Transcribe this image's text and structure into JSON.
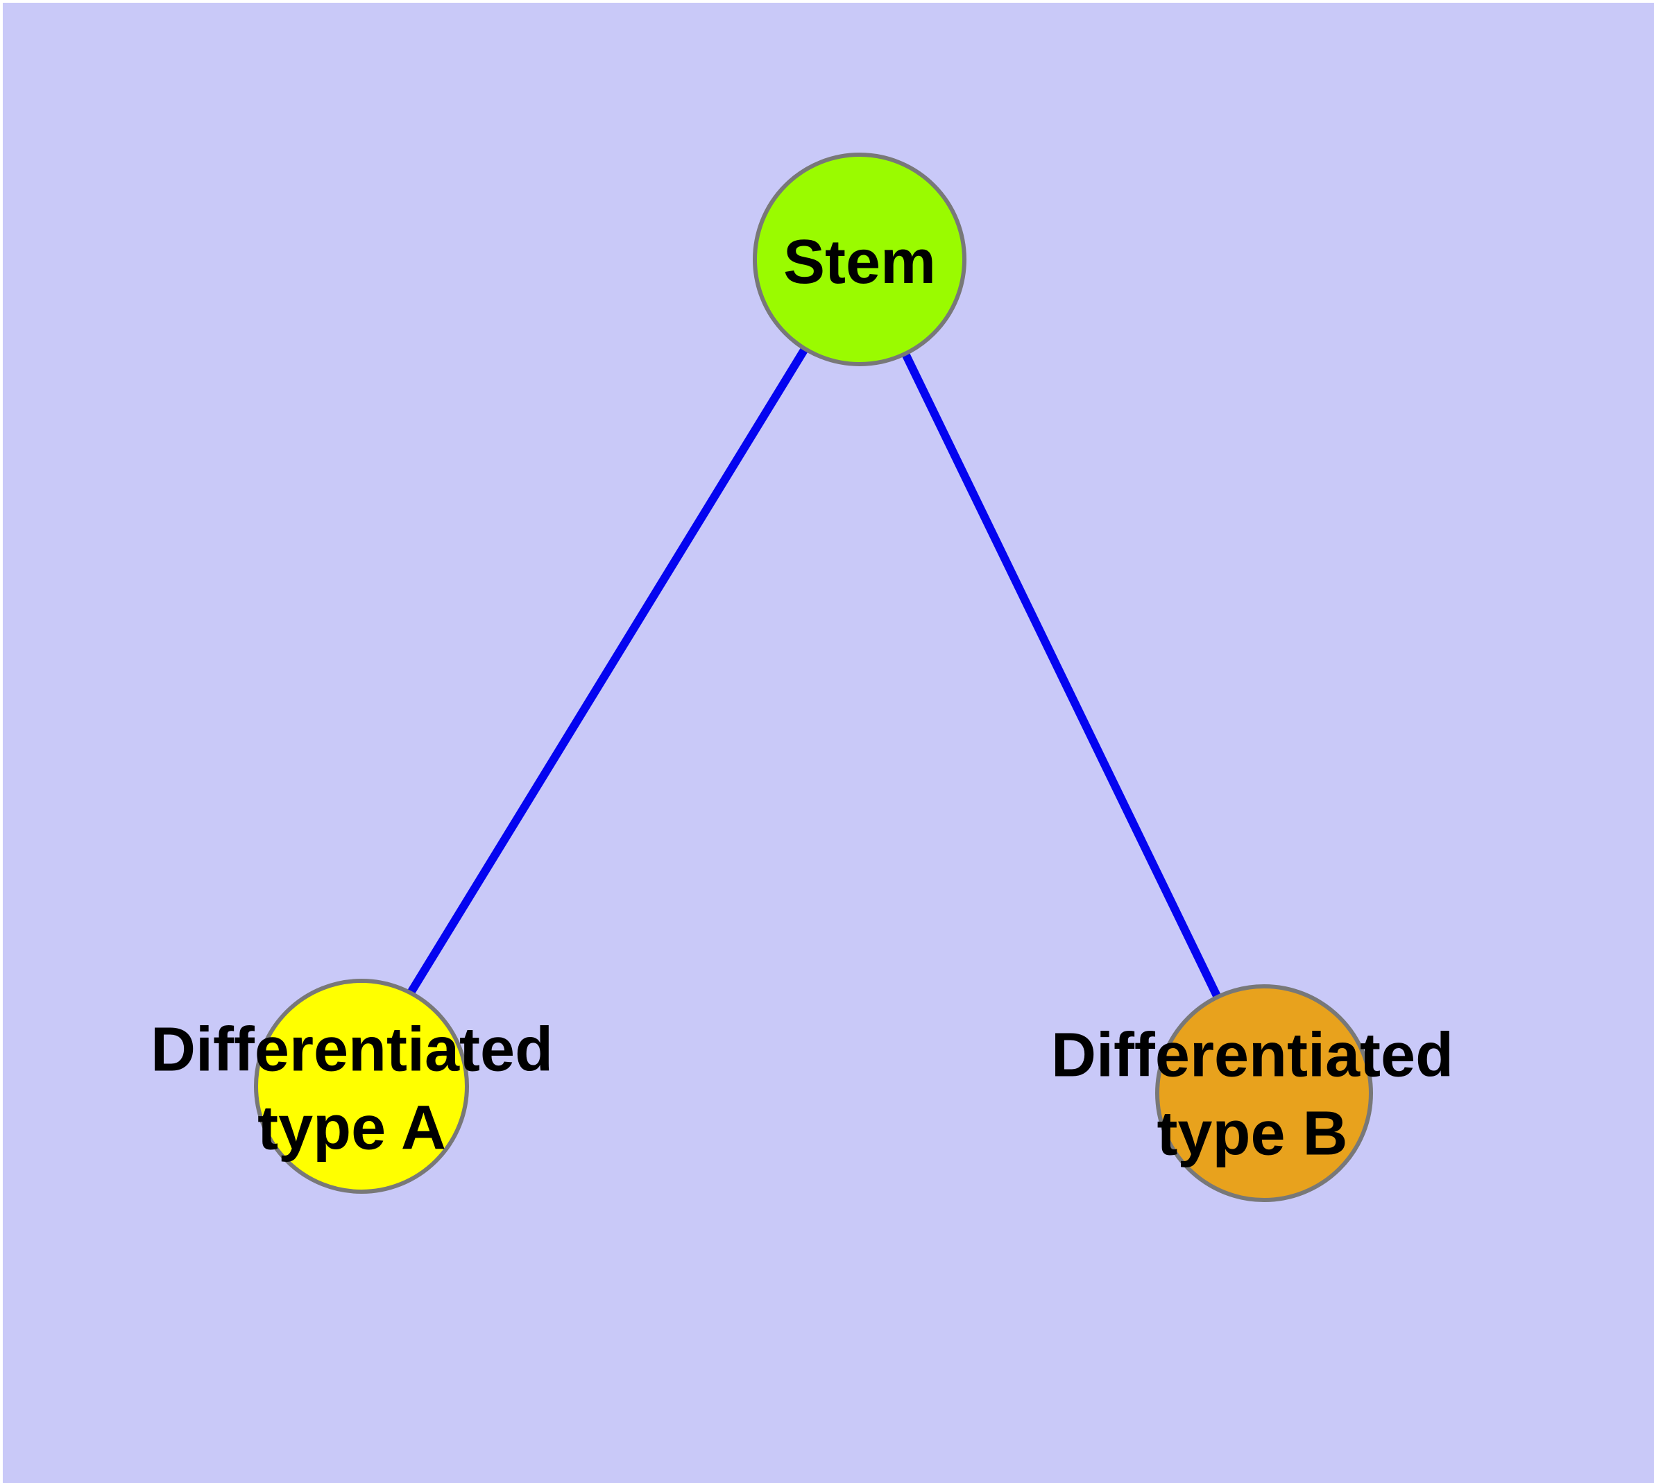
{
  "diagram": {
    "background_color": "#C9C9F8",
    "frame_color": "#FFFFFF",
    "edge_color": "#0404F0",
    "node_border_color": "#787878",
    "text_color": "#000000",
    "nodes": [
      {
        "id": "stem",
        "label": "Stem",
        "line1": "Stem",
        "line2": "",
        "color": "#9AFB00"
      },
      {
        "id": "differentiated-type-a",
        "label": "Differentiated type A",
        "line1": "Differentiated",
        "line2": "type A",
        "color": "#FFFF00"
      },
      {
        "id": "differentiated-type-b",
        "label": "Differentiated type B",
        "line1": "Differentiated",
        "line2": "type B",
        "color": "#E8A21D"
      }
    ],
    "edges": [
      {
        "from": "Stem",
        "to": "Differentiated type A"
      },
      {
        "from": "Stem",
        "to": "Differentiated type B"
      }
    ]
  }
}
